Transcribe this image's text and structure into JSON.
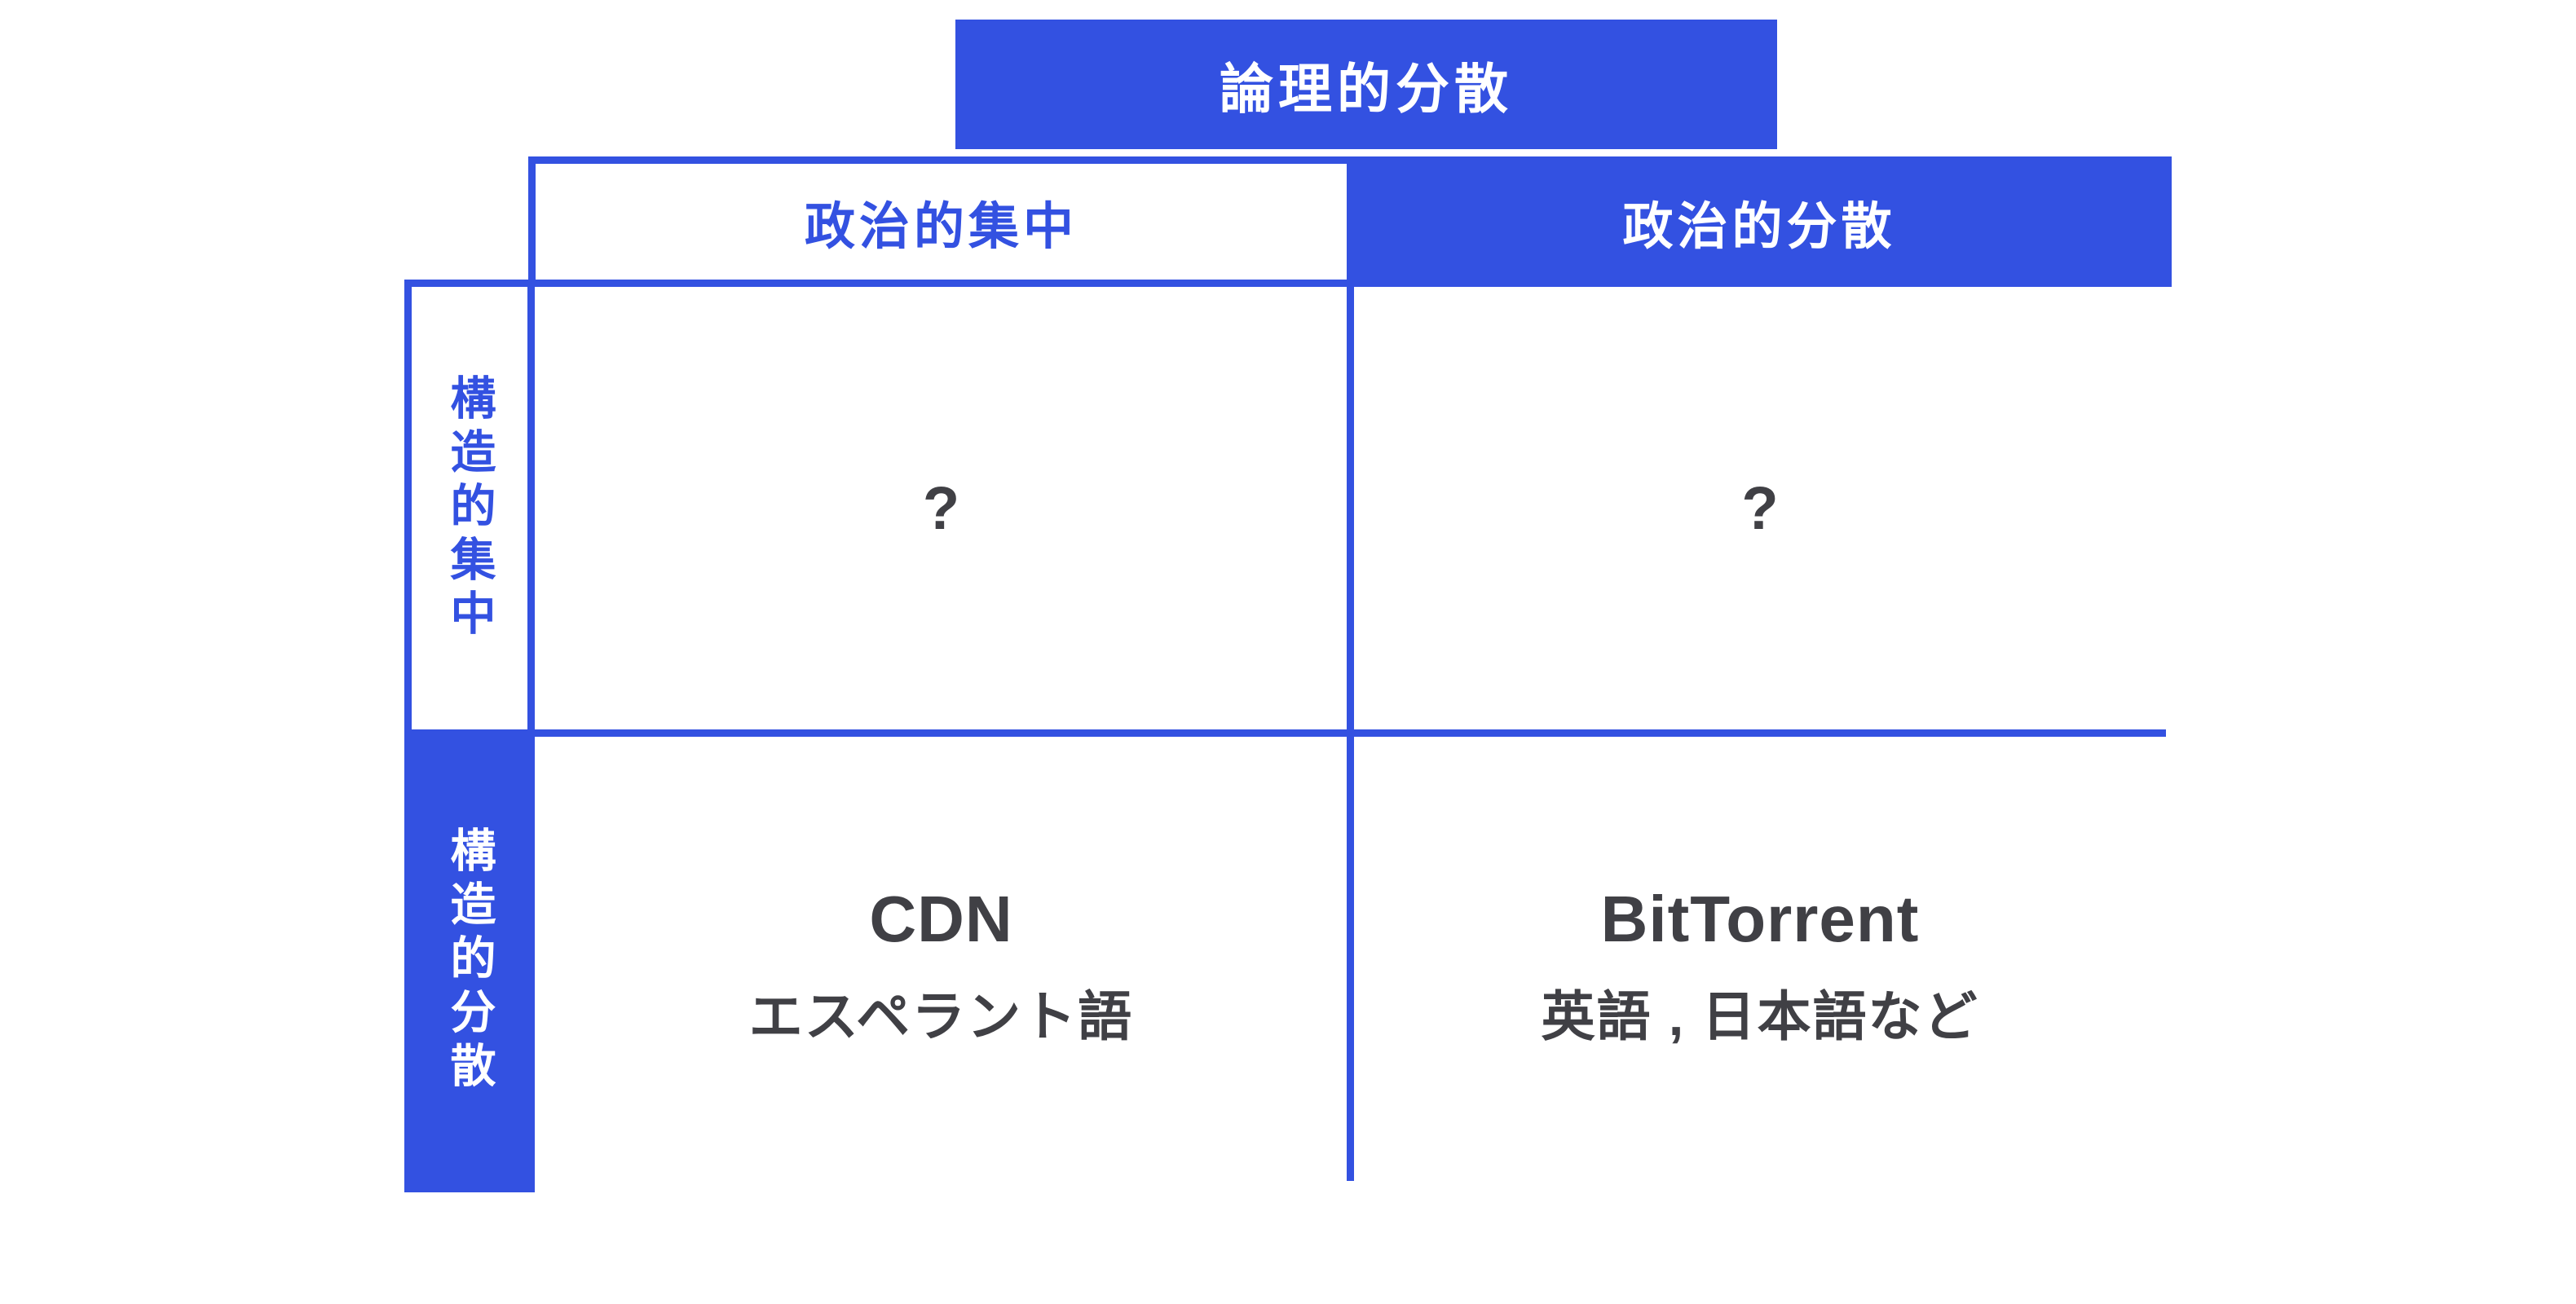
{
  "colors": {
    "blue": "#3351E1",
    "text_dark": "#404045"
  },
  "matrix": {
    "top_axis_label": "論理的分散",
    "column_headers": [
      {
        "label": "政治的集中",
        "style": "outline"
      },
      {
        "label": "政治的分散",
        "style": "filled"
      }
    ],
    "row_headers": [
      {
        "label": "構造的集中",
        "style": "outline"
      },
      {
        "label": "構造的分散",
        "style": "filled"
      }
    ],
    "cells": [
      {
        "row": 0,
        "col": 0,
        "lines": [
          "?"
        ]
      },
      {
        "row": 0,
        "col": 1,
        "lines": [
          "?"
        ]
      },
      {
        "row": 1,
        "col": 0,
        "lines": [
          "CDN",
          "エスペラント語"
        ]
      },
      {
        "row": 1,
        "col": 1,
        "lines": [
          "BitTorrent",
          "英語 , 日本語など"
        ]
      }
    ]
  }
}
